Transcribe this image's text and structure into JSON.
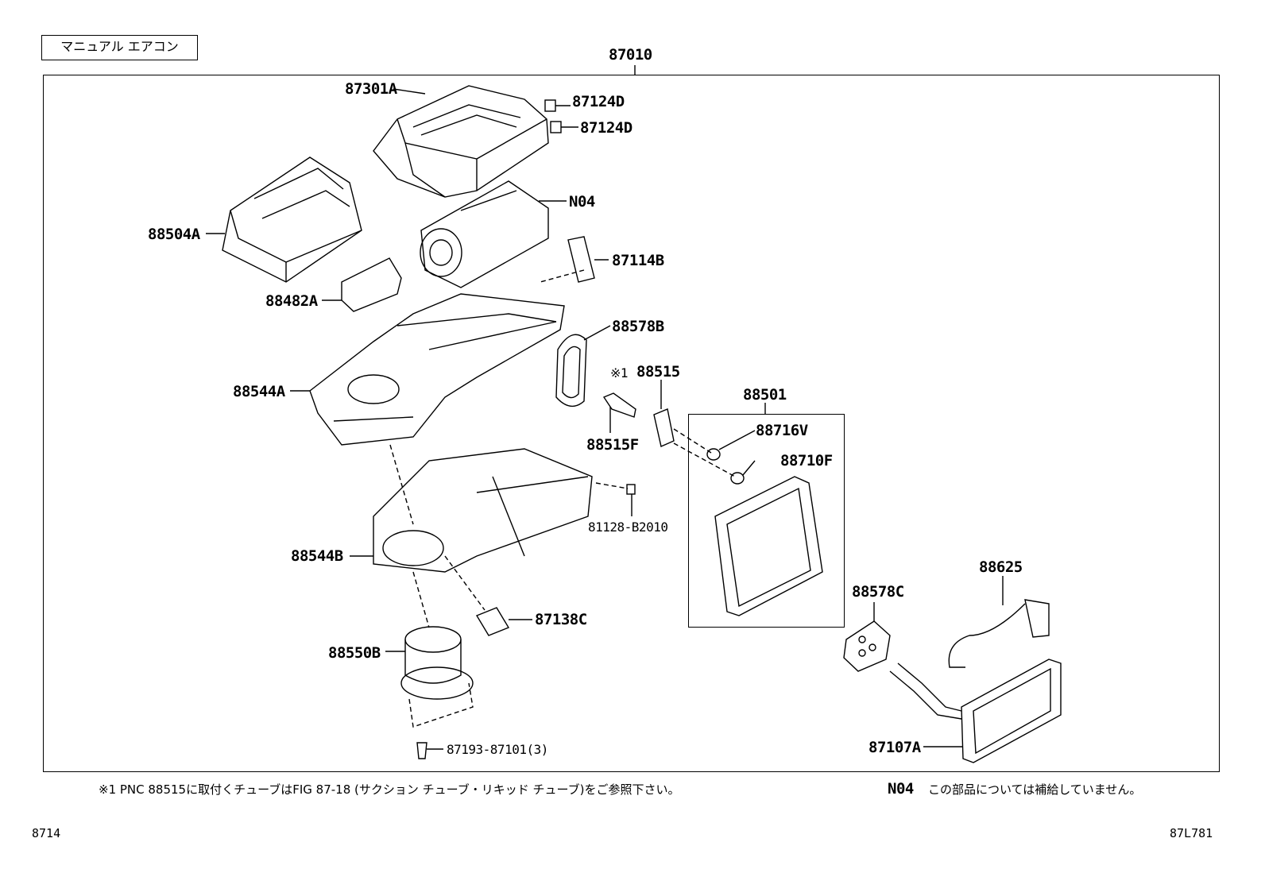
{
  "header": {
    "variant_label": "マニュアル エアコン",
    "assembly_number": "87010"
  },
  "parts": {
    "p87301A": "87301A",
    "p87124D_1": "87124D",
    "p87124D_2": "87124D",
    "pN04": "N04",
    "p88504A": "88504A",
    "p87114B": "87114B",
    "p88482A": "88482A",
    "p88578B": "88578B",
    "p88515_mark": "※1",
    "p88515": "88515",
    "p88544A": "88544A",
    "p88501": "88501",
    "p88515F": "88515F",
    "p88716V": "88716V",
    "p88710F": "88710F",
    "p81128": "81128-B2010",
    "p88544B": "88544B",
    "p88625": "88625",
    "p88578C": "88578C",
    "p87138C": "87138C",
    "p88550B": "88550B",
    "p87107A": "87107A",
    "p87193": "87193-87101(3)"
  },
  "footnotes": {
    "note1": "※1 PNC 88515に取付くチューブはFIG 87-18 (サクション チューブ・リキッド チューブ)をご参照下さい。",
    "n04_code": "N04",
    "n04_text": "この部品については補給していません。"
  },
  "footer": {
    "fig_number": "8714",
    "drawing_id": "87L781"
  }
}
